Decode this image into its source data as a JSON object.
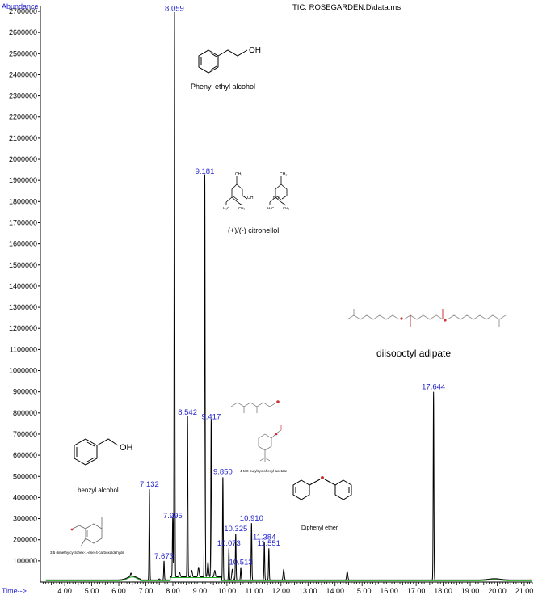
{
  "header": {
    "title": "TIC: ROSEGARDEN.D\\data.ms",
    "y_axis_label": "Abundance",
    "x_axis_label": "Time-->"
  },
  "colors": {
    "axis_label": "#2222cc",
    "trace": "#000000",
    "baseline": "#22aa22",
    "peak_label": "#2222cc"
  },
  "chart_data": {
    "type": "line",
    "title": "TIC: ROSEGARDEN.D\\data.ms",
    "xlabel": "Time-->",
    "ylabel": "Abundance",
    "xlim": [
      3.1,
      21.3
    ],
    "ylim": [
      0,
      2700000
    ],
    "x_ticks": [
      "4.00",
      "5.00",
      "6.00",
      "7.00",
      "8.00",
      "9.00",
      "10.00",
      "11.00",
      "12.00",
      "13.00",
      "14.00",
      "15.00",
      "16.00",
      "17.00",
      "18.00",
      "19.00",
      "20.00",
      "21.00"
    ],
    "y_ticks": [
      "100000",
      "200000",
      "300000",
      "400000",
      "500000",
      "600000",
      "700000",
      "800000",
      "900000",
      "1000000",
      "1100000",
      "1200000",
      "1300000",
      "1400000",
      "1500000",
      "1600000",
      "1700000",
      "1800000",
      "1900000",
      "2000000",
      "2100000",
      "2200000",
      "2300000",
      "2400000",
      "2500000",
      "2600000",
      "2700000"
    ],
    "grid": false,
    "peaks": [
      {
        "rt": 7.132,
        "abundance": 440000,
        "label": "7.132"
      },
      {
        "rt": 7.673,
        "abundance": 100000,
        "label": "7.673"
      },
      {
        "rt": 7.995,
        "abundance": 290000,
        "label": "7.995"
      },
      {
        "rt": 8.059,
        "abundance": 2690000,
        "label": "8.059"
      },
      {
        "rt": 8.542,
        "abundance": 780000,
        "label": "8.542"
      },
      {
        "rt": 9.181,
        "abundance": 1920000,
        "label": "9.181"
      },
      {
        "rt": 9.417,
        "abundance": 760000,
        "label": "9.417"
      },
      {
        "rt": 9.85,
        "abundance": 500000,
        "label": "9.850"
      },
      {
        "rt": 10.073,
        "abundance": 160000,
        "label": "10.073"
      },
      {
        "rt": 10.325,
        "abundance": 230000,
        "label": "10.325"
      },
      {
        "rt": 10.513,
        "abundance": 70000,
        "label": "10.513"
      },
      {
        "rt": 10.91,
        "abundance": 280000,
        "label": "10.910"
      },
      {
        "rt": 11.384,
        "abundance": 190000,
        "label": "11.384"
      },
      {
        "rt": 11.551,
        "abundance": 160000,
        "label": "11.551"
      },
      {
        "rt": 17.644,
        "abundance": 900000,
        "label": "17.644"
      }
    ],
    "minor_peaks": [
      {
        "rt": 6.45,
        "abundance": 25000
      },
      {
        "rt": 7.5,
        "abundance": 15000
      },
      {
        "rt": 8.25,
        "abundance": 30000
      },
      {
        "rt": 8.7,
        "abundance": 40000
      },
      {
        "rt": 8.95,
        "abundance": 55000
      },
      {
        "rt": 9.3,
        "abundance": 80000
      },
      {
        "rt": 9.55,
        "abundance": 40000
      },
      {
        "rt": 10.2,
        "abundance": 60000
      },
      {
        "rt": 12.1,
        "abundance": 60000
      },
      {
        "rt": 14.45,
        "abundance": 50000
      },
      {
        "rt": 19.85,
        "abundance": 10000
      }
    ],
    "annotations": [
      {
        "text": "Phenyl ethyl alcohol",
        "rt": 8.059
      },
      {
        "text": "(+)/(-) citronellol",
        "rt": 9.181
      },
      {
        "text": "diisooctyl adipate",
        "rt": 17.644
      },
      {
        "text": "benzyl alcohol",
        "rt": 7.132
      },
      {
        "text": "4-tert-butylcyclohexyl acetate",
        "rt": 9.85
      },
      {
        "text": "Diphenyl ether",
        "rt": 11.384
      },
      {
        "text": "3,5 dimethylcyclohex-1-ene-4-carboxaldehyde",
        "rt": 7.673
      }
    ]
  },
  "structures": {
    "phenylethyl_oh": "OH",
    "benzyl_oh": "OH",
    "citronellol_oh_left": "OH",
    "citronellol_oh_right": "HO",
    "ch3": "CH₃",
    "h3c": "H₃C"
  }
}
